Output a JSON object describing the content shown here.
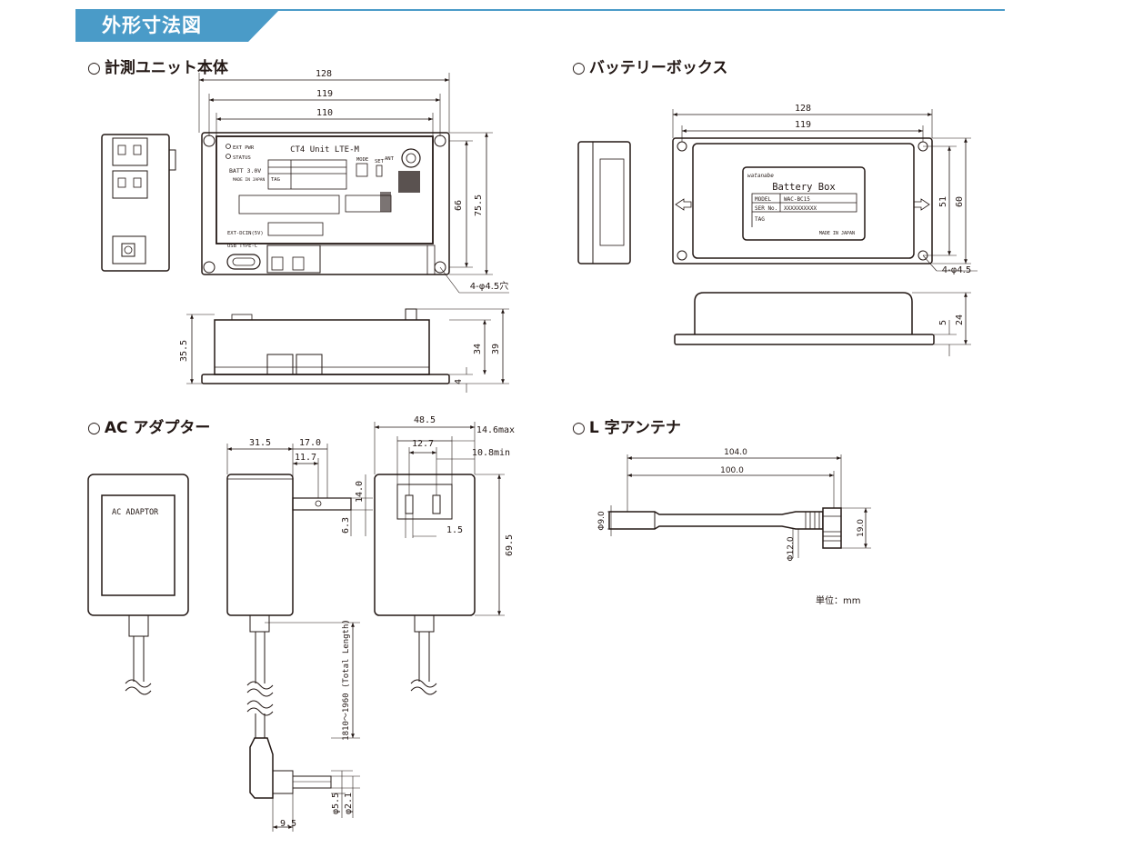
{
  "colors": {
    "accent": "#4a9bc8",
    "line": "#231815",
    "device": "#3a3a3a",
    "label_fill": "#ffffff"
  },
  "header": {
    "title": "外形寸法図"
  },
  "sections": {
    "unit": {
      "title": "計測ユニット本体"
    },
    "battery": {
      "title": "バッテリーボックス"
    },
    "adapter": {
      "title": "AC アダプター"
    },
    "antenna": {
      "title": "L 字アンテナ"
    }
  },
  "unit_note": "単位：mm",
  "unit_panel": {
    "product": "CT4 Unit LTE-M",
    "ext_pwr": "EXT PWR",
    "status": "STATUS",
    "batt": "BATT 3.0V",
    "made_in": "MADE IN JAPAN",
    "ant": "ANT",
    "mode": "MODE",
    "set": "SET",
    "ext_dc": "EXT-DCIN(5V)",
    "usb": "USB TYPE-C",
    "tag": "TAG"
  },
  "unit_dims": {
    "w128": "128",
    "w119": "119",
    "w110": "110",
    "h66": "66",
    "h75_5": "75.5",
    "holes": "4-φ4.5穴",
    "d35_5": "35.5",
    "d34": "34",
    "d39": "39",
    "d4": "4"
  },
  "battery_label": {
    "brand": "watanabe",
    "title": "Battery Box",
    "model_key": "MODEL",
    "model_val": "WAC-BC15",
    "ser_key": "SER No.",
    "ser_val": "XXXXXXXXXX",
    "tag": "TAG",
    "made_in": "MADE IN JAPAN"
  },
  "battery_dims": {
    "w128": "128",
    "w119": "119",
    "h51": "51",
    "h60": "60",
    "holes": "4-φ4.5",
    "d5": "5",
    "d24": "24"
  },
  "adapter": {
    "label": "AC ADAPTOR",
    "dims": {
      "d31_5": "31.5",
      "d17_0": "17.0",
      "d11_7": "11.7",
      "d14_0": "14.0",
      "d6_3": "6.3",
      "d48_5": "48.5",
      "d14_6max": "14.6max",
      "d12_7": "12.7",
      "d10_8min": "10.8min",
      "d1_5": "1.5",
      "d69_5": "69.5",
      "length": "1810～1960 (Total Length)",
      "d9_5": "9.5",
      "d5_5": "φ5.5",
      "d2_1": "φ2.1"
    }
  },
  "antenna_dims": {
    "d104": "104.0",
    "d100": "100.0",
    "d9": "Φ9.0",
    "d12": "Φ12.0",
    "d19": "19.0"
  }
}
